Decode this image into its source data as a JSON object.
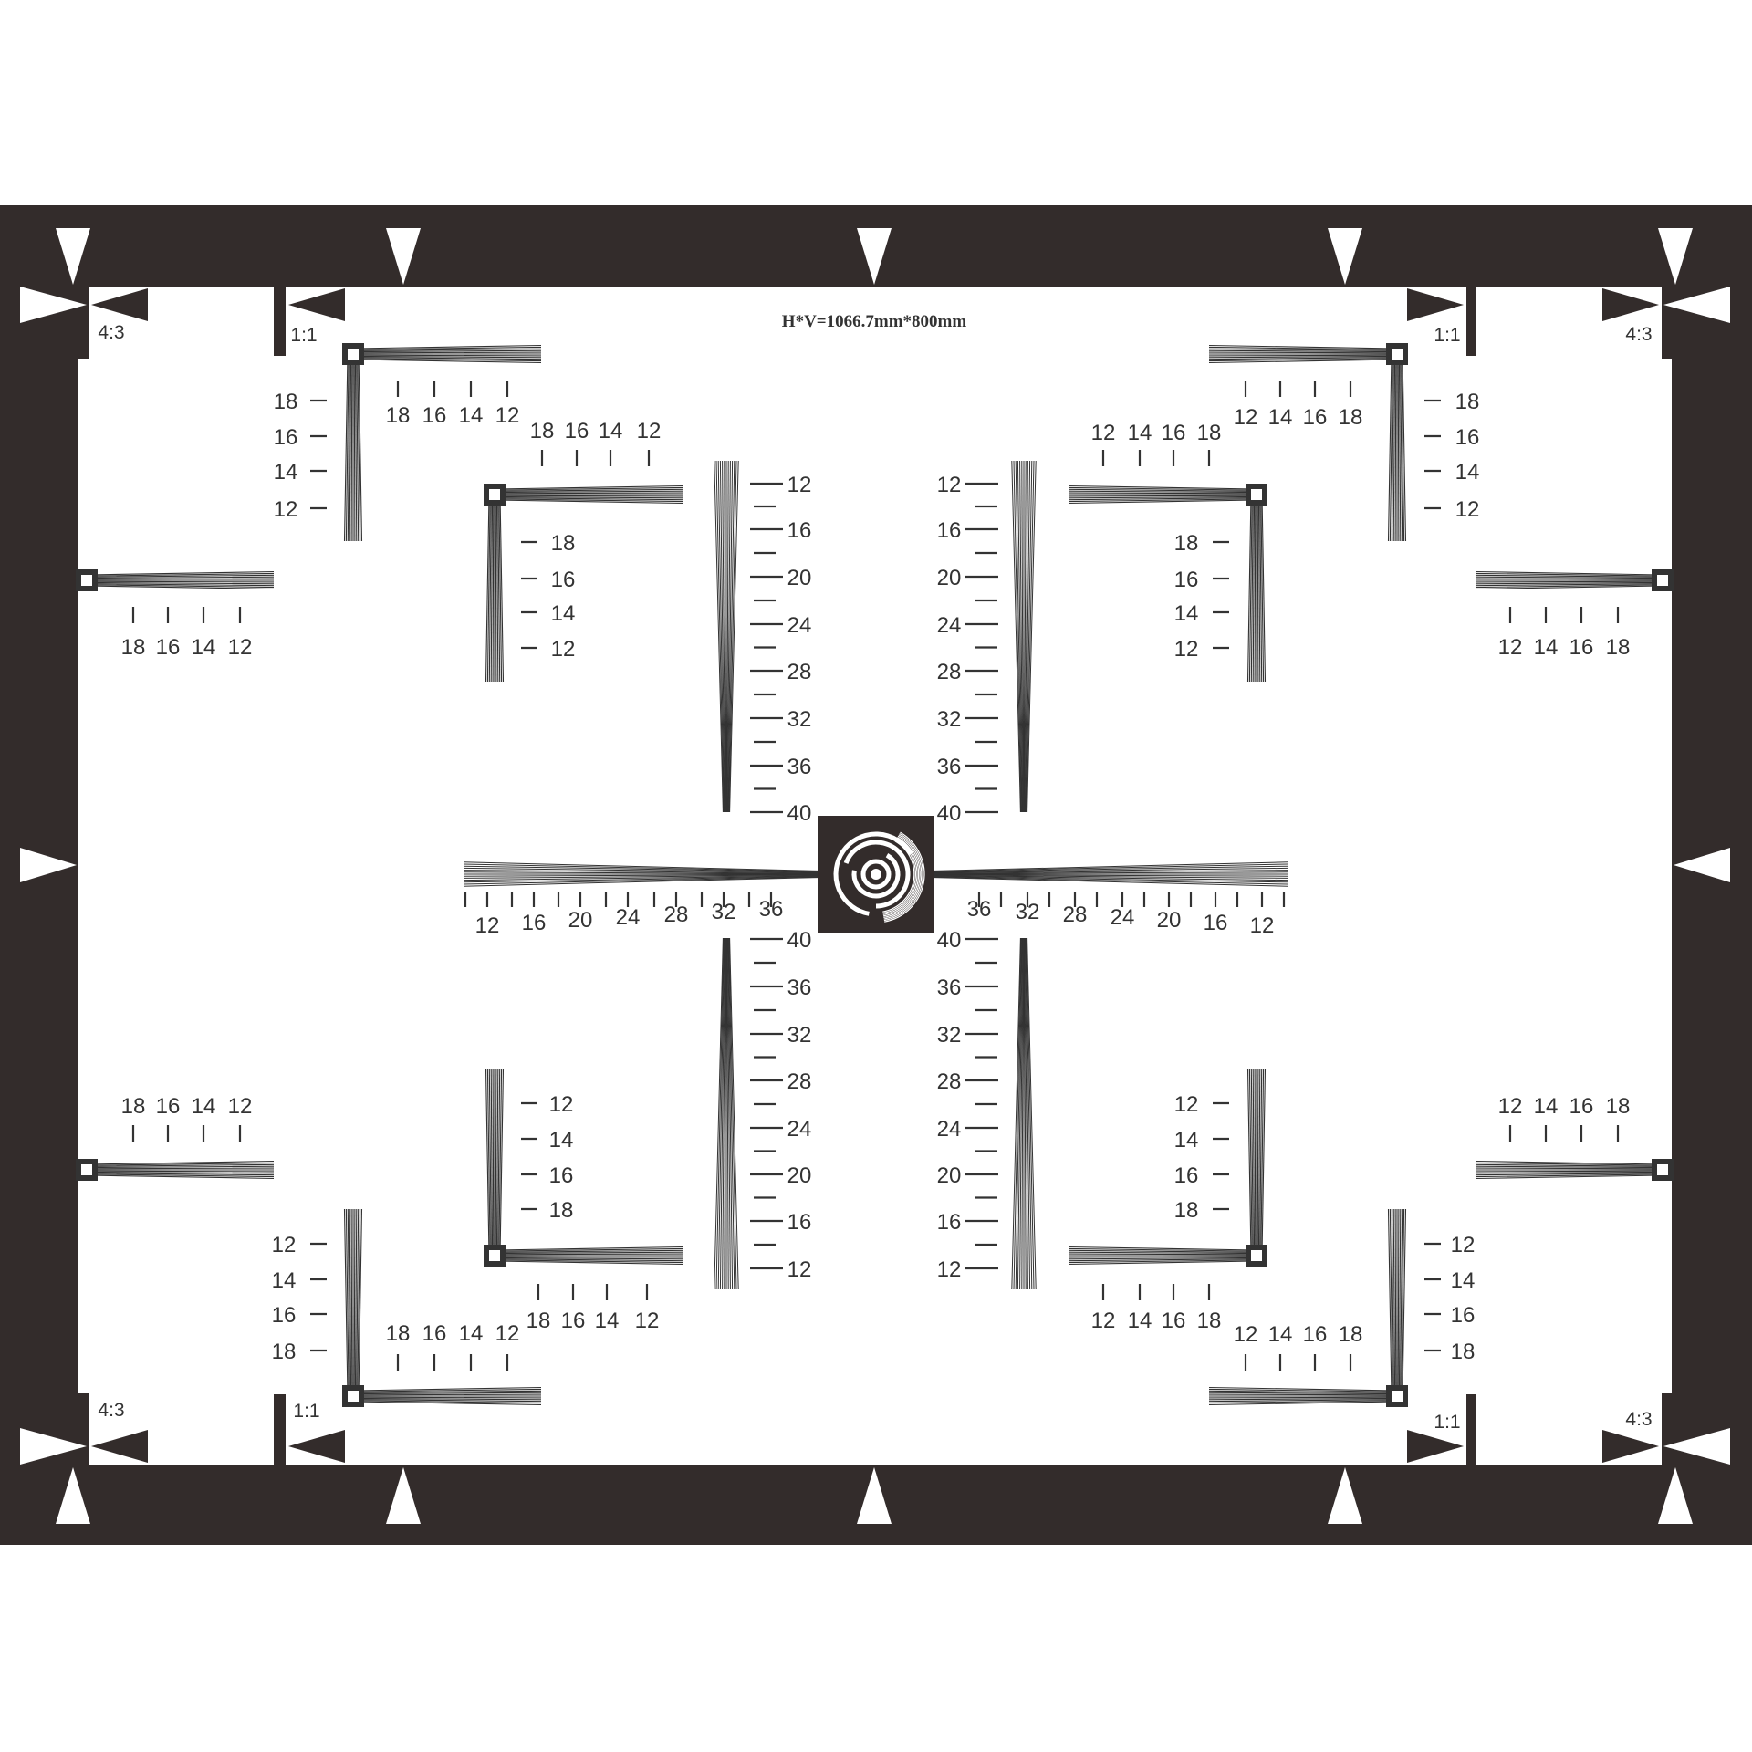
{
  "title": "H*V=1066.7mm*800mm",
  "aspect_labels": {
    "wide": "4:3",
    "square": "1:1"
  },
  "corner_tick_labels": [
    "18",
    "16",
    "14",
    "12"
  ],
  "center_tick_labels": [
    "12",
    "16",
    "20",
    "24",
    "28",
    "32",
    "36",
    "40"
  ],
  "colors": {
    "frame": "#332c2b",
    "paper": "#ffffff",
    "ink": "#333333"
  },
  "center_target": {
    "icon": "concentric-arc-target-icon"
  }
}
